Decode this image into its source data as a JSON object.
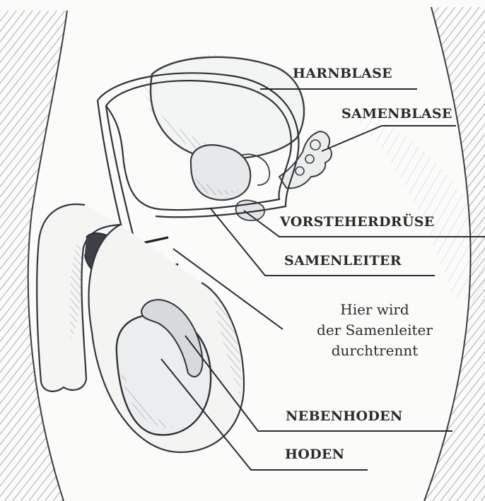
{
  "labels": {
    "harnblase": "HARNBLASE",
    "samenblase": "SAMENBLASE",
    "vorsteherdruese": "VORSTEHERDRÜSE",
    "samenleiter": "SAMENLEITER",
    "nebenhoden": "NEBENHODEN",
    "hoden": "HODEN"
  },
  "note": {
    "line1": "Hier wird",
    "line2": "der Samenleiter",
    "line3": "durchtrennt"
  },
  "colors": {
    "ink": "#2b2b2b",
    "shade": "#7a8088",
    "paper": "#fbfbfa"
  }
}
